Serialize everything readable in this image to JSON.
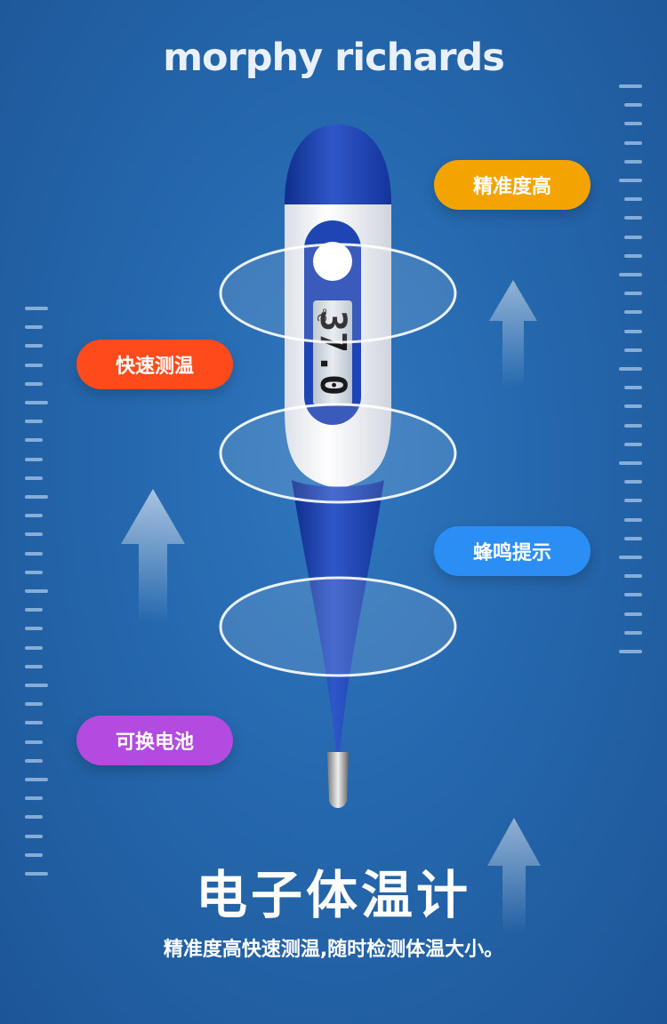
{
  "brand": {
    "name": "morphy richards"
  },
  "features": {
    "accuracy": "精准度高",
    "fast": "快速测温",
    "beep": "蜂鸣提示",
    "battery": "可换电池"
  },
  "colors": {
    "accuracy": "#f4a400",
    "fast": "#ff4a1c",
    "beep": "#2b8ef5",
    "battery": "#b34be0",
    "thermometer_blue": "#1a3fa8"
  },
  "display": {
    "reading": "37.0",
    "unit": "°C"
  },
  "product": {
    "title": "电子体温计",
    "subtitle": "精准度高快速测温,随时检测体温大小。"
  }
}
